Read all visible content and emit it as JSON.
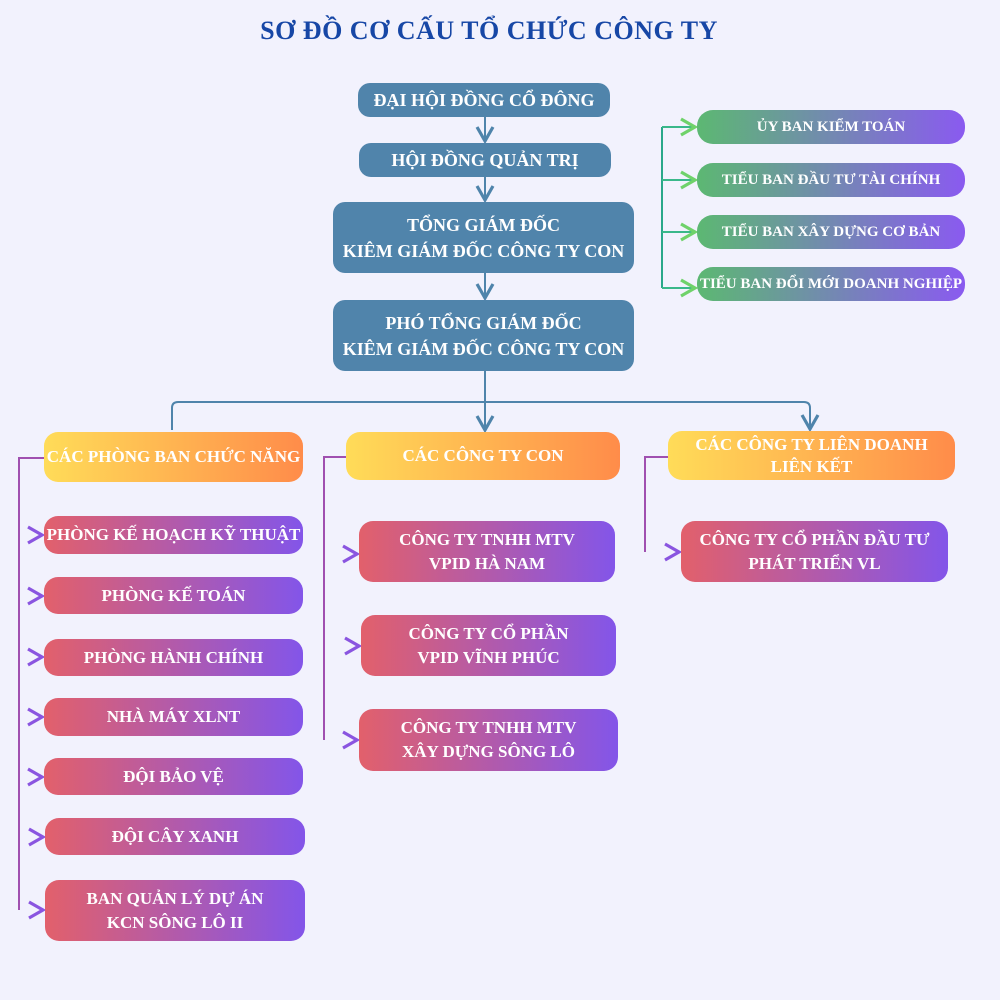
{
  "title": "SƠ ĐỒ CƠ CẤU TỔ CHỨC CÔNG TY",
  "top": {
    "shareholders": "ĐẠI HỘI ĐỒNG CỔ ĐÔNG",
    "board": "HỘI ĐỒNG QUẢN TRỊ",
    "ceo": [
      "TỔNG GIÁM ĐỐC",
      "KIÊM GIÁM ĐỐC CÔNG TY CON"
    ],
    "deputy_ceo": [
      "PHÓ TỔNG GIÁM ĐỐC",
      "KIÊM GIÁM ĐỐC CÔNG TY CON"
    ]
  },
  "committees": [
    "ỦY BAN KIỂM TOÁN",
    "TIỂU BAN ĐẦU TƯ TÀI CHÍNH",
    "TIỂU BAN XÂY DỰNG CƠ BẢN",
    "TIỂU BAN ĐỔI MỚI DOANH NGHIỆP"
  ],
  "groups": {
    "departments": {
      "label": "CÁC PHÒNG BAN CHỨC NĂNG",
      "items": [
        [
          "PHÒNG KẾ HOẠCH KỸ THUẬT"
        ],
        [
          "PHÒNG KẾ TOÁN"
        ],
        [
          "PHÒNG HÀNH CHÍNH"
        ],
        [
          "NHÀ MÁY XLNT"
        ],
        [
          "ĐỘI BẢO VỆ"
        ],
        [
          "ĐỘI CÂY XANH"
        ],
        [
          "BAN QUẢN LÝ DỰ ÁN",
          "KCN SÔNG LÔ II"
        ]
      ]
    },
    "subsidiaries": {
      "label": "CÁC CÔNG TY CON",
      "items": [
        [
          "CÔNG TY TNHH MTV",
          "VPID HÀ NAM"
        ],
        [
          "CÔNG TY CỔ PHẦN",
          "VPID VĨNH PHÚC"
        ],
        [
          "CÔNG TY TNHH MTV",
          "XÂY DỰNG SÔNG LÔ"
        ]
      ]
    },
    "affiliates": {
      "label": [
        "CÁC CÔNG TY LIÊN DOANH",
        "LIÊN KẾT"
      ],
      "items": [
        [
          "CÔNG TY CỔ PHẦN ĐẦU TƯ",
          "PHÁT TRIỂN VL"
        ]
      ]
    }
  },
  "colors": {
    "blue": "#5084ab",
    "title": "#1747a6",
    "connector_blue": "#4f84ab",
    "connector_purple": "#8a55e0",
    "connector_green": "#6fd26a"
  }
}
